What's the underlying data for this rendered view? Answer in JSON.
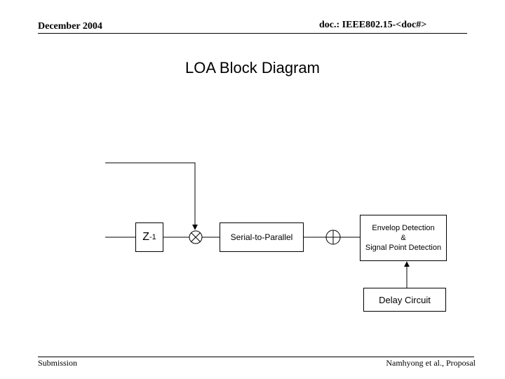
{
  "header": {
    "date": "December 2004",
    "doc": "doc.: IEEE802.15-<doc#>"
  },
  "title": "LOA Block Diagram",
  "diagram": {
    "delay_block": {
      "base": "Z",
      "exponent": "-1"
    },
    "serial_parallel": "Serial-to-Parallel",
    "envelope": {
      "line1": "Envelop Detection",
      "line2": "&",
      "line3": "Signal Point Detection"
    },
    "delay_circuit": "Delay Circuit"
  },
  "footer": {
    "left": "Submission",
    "right": "Namhyong et al., Proposal"
  }
}
